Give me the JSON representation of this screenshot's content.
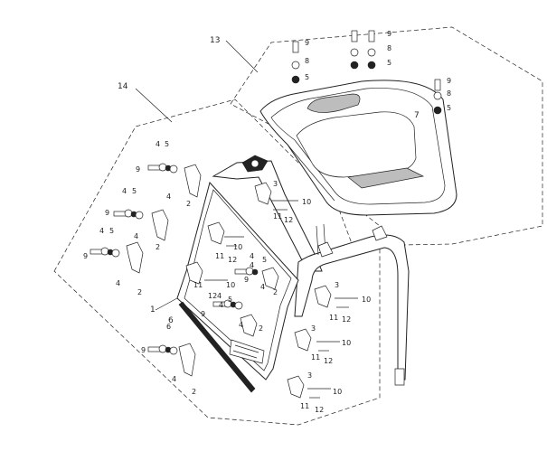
{
  "callouts": {
    "roof_assembly": "13",
    "windshield_assembly": "14",
    "roof_panel": "7",
    "frame_panel": "1",
    "seal_strip": "6",
    "bracket": "2",
    "bracket_b": "3",
    "washer": "4",
    "washer_b": "5",
    "bolt": "9",
    "pin": "8",
    "screw": "10",
    "nut": "11",
    "clip": "12"
  }
}
